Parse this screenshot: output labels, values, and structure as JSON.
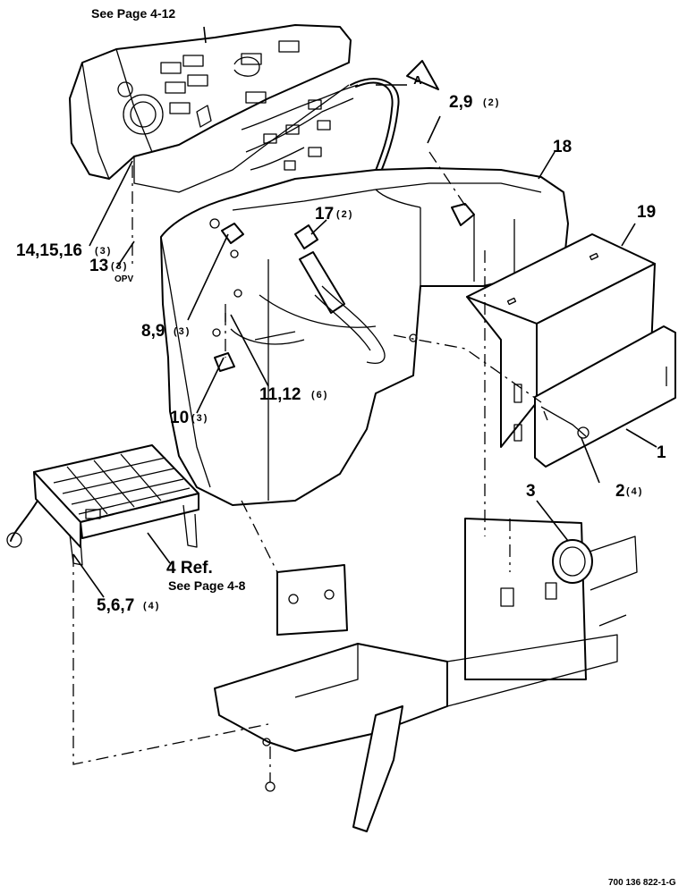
{
  "page_refs": {
    "control_panel": "See Page 4-12",
    "harness": "See Page 4-8"
  },
  "callouts": {
    "c_2_9": {
      "label": "2,9",
      "qty": "(2)"
    },
    "c_18": {
      "label": "18"
    },
    "c_19": {
      "label": "19"
    },
    "c_17": {
      "label": "17",
      "qty": "(2)"
    },
    "c_14_15_16": {
      "label": "14,15,16",
      "qty": "(3)"
    },
    "c_13": {
      "label": "13",
      "qty": "(3)",
      "note": "OPV"
    },
    "c_8_9": {
      "label": "8,9",
      "qty": "(3)"
    },
    "c_11_12": {
      "label": "11,12",
      "qty": "(6)"
    },
    "c_10": {
      "label": "10",
      "qty": "(3)"
    },
    "c_1": {
      "label": "1"
    },
    "c_2": {
      "label": "2",
      "qty": "(4)"
    },
    "c_3": {
      "label": "3"
    },
    "c_4": {
      "label": "4 Ref."
    },
    "c_5_6_7": {
      "label": "5,6,7",
      "qty": "(4)"
    }
  },
  "detail_marker": "A",
  "figure_id": "700 136 822-1-G",
  "icons": [
    "control-panel-icon",
    "console-housing-icon",
    "cover-plate-icon",
    "frame-icon",
    "fuse-box-icon",
    "grommet-icon"
  ]
}
